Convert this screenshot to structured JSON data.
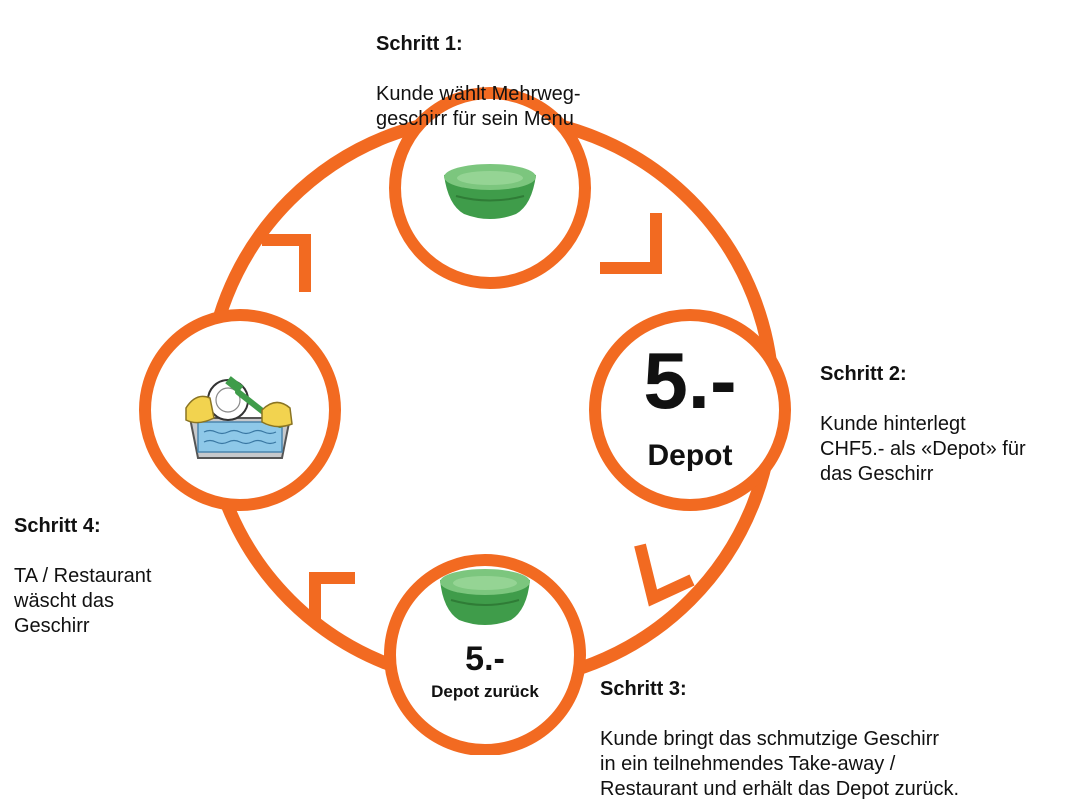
{
  "steps": [
    {
      "title": "Schritt 1:",
      "text": "Kunde wählt Mehrweg-\ngeschirr für sein Menu"
    },
    {
      "title": "Schritt 2:",
      "text": "Kunde hinterlegt\nCHF5.- als «Depot» für\ndas Geschirr"
    },
    {
      "title": "Schritt 3:",
      "text": "Kunde bringt das schmutzige Geschirr\nin ein teilnehmendes Take-away /\nRestaurant und erhält das Depot zurück."
    },
    {
      "title": "Schritt 4:",
      "text": "TA / Restaurant\nwäscht das\nGeschirr"
    }
  ],
  "depot_circle": {
    "amount": "5.-",
    "label": "Depot"
  },
  "return_circle": {
    "amount": "5.-",
    "label": "Depot zurück"
  },
  "colors": {
    "accent": "#f26a21",
    "bowl": "#3f9c4a",
    "bowl_light": "#7cc67e",
    "water": "#8ec8e8",
    "glove": "#f2d34f"
  },
  "icons": [
    "bowl-icon",
    "bowl-icon",
    "dishwashing-icon"
  ]
}
